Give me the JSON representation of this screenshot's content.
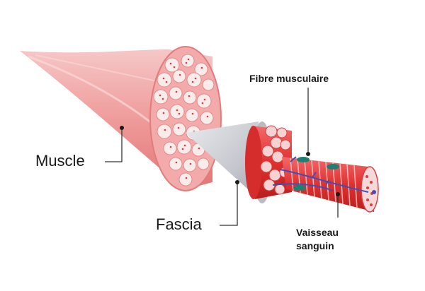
{
  "labels": {
    "muscle": "Muscle",
    "fascia": "Fascia",
    "fiber": "Fibre musculaire",
    "vessel_line1": "Vaisseau",
    "vessel_line2": "sanguin"
  },
  "colors": {
    "muscle_light": "#f4b6b6",
    "muscle_mid": "#ee8f8f",
    "muscle_dark": "#e06464",
    "fiber_red": "#e02d2d",
    "fascia_grey": "#c9ccd1",
    "vessel_blue": "#3d4fb8",
    "nucleus_teal": "#1f7f73",
    "leader_line": "#333333"
  }
}
